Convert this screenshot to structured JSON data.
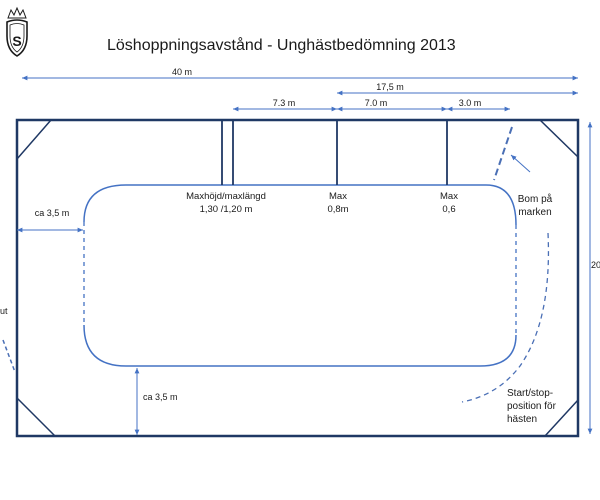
{
  "title": "Löshoppningsavstånd - Unghästbedömning 2013",
  "logo": {
    "letter": "S",
    "icon": "crown-shield-logo"
  },
  "dimensions": {
    "total_width": "40 m",
    "right_span": "17,5 m",
    "gap1": "7.3 m",
    "gap2": "7.0 m",
    "gap3": "3.0 m",
    "height": "20",
    "side_gap": "ca 3,5 m",
    "bottom_gap": "ca 3,5 m"
  },
  "jumps": {
    "j1": {
      "name": "Maxhöjd/maxlängd",
      "value": "1,30 /1,20 m"
    },
    "j2": {
      "name": "Max",
      "value": "0,8m"
    },
    "j3": {
      "name": "Max",
      "value": "0,6"
    }
  },
  "labels": {
    "pole_line1": "Bom på",
    "pole_line2": "marken",
    "start_line1": "Start/stop-",
    "start_line2": "position för",
    "start_line3": "hästen",
    "out": "ut"
  },
  "colors": {
    "arena": "#1f3864",
    "track": "#4472c4",
    "dash": "#4a6fb5",
    "text": "#1a1a1a"
  }
}
